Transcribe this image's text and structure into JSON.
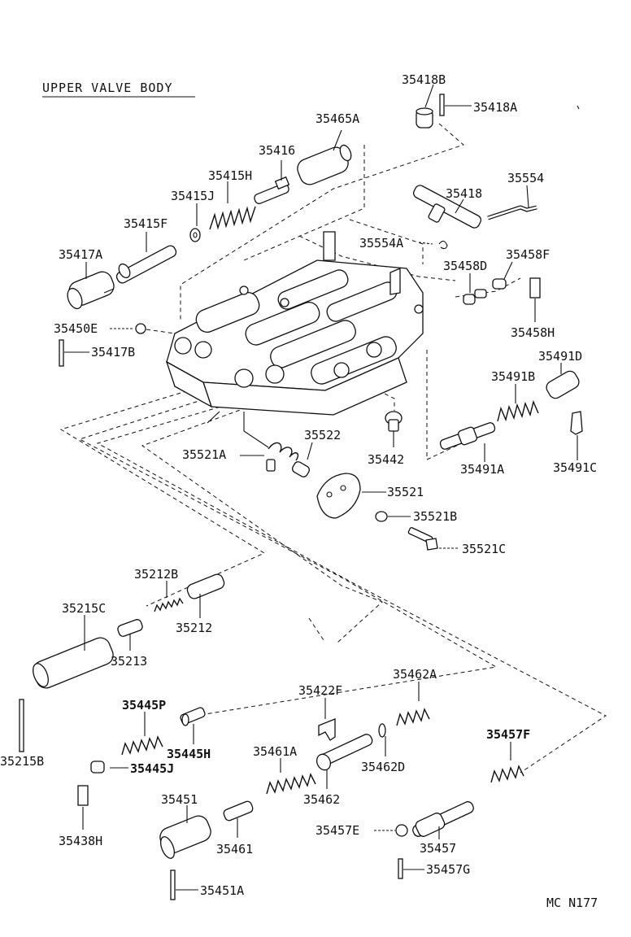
{
  "title": "UPPER VALVE BODY",
  "code": "MC N177",
  "labels": {
    "p35418B": "35418B",
    "p35418A": "35418A",
    "p35465A": "35465A",
    "p35416": "35416",
    "p35415H": "35415H",
    "p35415J": "35415J",
    "p35415F": "35415F",
    "p35417A": "35417A",
    "p35418": "35418",
    "p35554": "35554",
    "p35554A": "35554A",
    "p35458D": "35458D",
    "p35458F": "35458F",
    "p35458H": "35458H",
    "p35450E": "35450E",
    "p35417B": "35417B",
    "p35491D": "35491D",
    "p35491B": "35491B",
    "p35491A": "35491A",
    "p35491C": "35491C",
    "p35522": "35522",
    "p35521A": "35521A",
    "p35442": "35442",
    "p35521": "35521",
    "p35521B": "35521B",
    "p35521C": "35521C",
    "p35212B": "35212B",
    "p35215C": "35215C",
    "p35212": "35212",
    "p35213": "35213",
    "p35422F": "35422F",
    "p35462A": "35462A",
    "p35445P": "35445P",
    "p35445H": "35445H",
    "p35445J": "35445J",
    "p35215B": "35215B",
    "p35462D": "35462D",
    "p35457F": "35457F",
    "p35461A": "35461A",
    "p35462": "35462",
    "p35451": "35451",
    "p35438H": "35438H",
    "p35461": "35461",
    "p35457E": "35457E",
    "p35457": "35457",
    "p35457G": "35457G",
    "p35451A": "35451A"
  }
}
